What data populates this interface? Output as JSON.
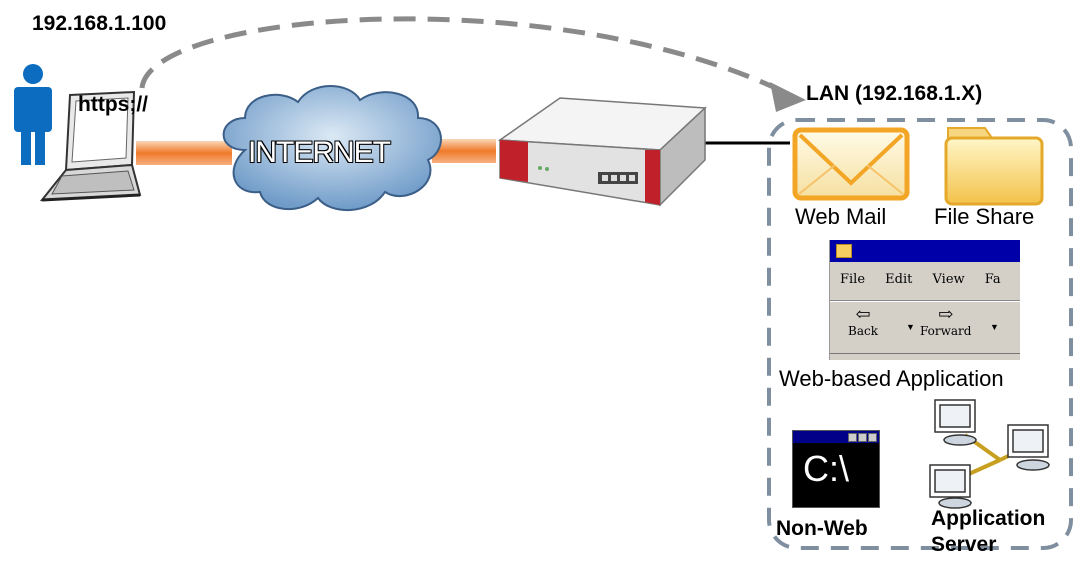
{
  "client": {
    "ip_label": "192.168.1.100",
    "protocol_label": "https;//"
  },
  "internet": {
    "label": "INTERNET"
  },
  "lan": {
    "label": "LAN (192.168.1.X)",
    "services": {
      "web_mail": "Web Mail",
      "file_share": "File Share",
      "web_app": "Web-based Application",
      "non_web": "Non-Web",
      "app_server_line1": "Application",
      "app_server_line2": "Server"
    }
  },
  "browser_window": {
    "menu": [
      "File",
      "Edit",
      "View",
      "Fa"
    ],
    "back_label": "Back",
    "forward_label": "Forward"
  },
  "terminal": {
    "prompt": "C:\\"
  },
  "colors": {
    "dash": "#7f8fa0",
    "arc": "#8a8a8a",
    "link": "#f08030",
    "cloud": "#7fa9cf",
    "person": "#0b6cc0",
    "router_red": "#c0202a",
    "folder": "#f5c542"
  },
  "icons": [
    "user-icon",
    "laptop-icon",
    "cloud-icon",
    "router-icon",
    "mail-icon",
    "folder-icon",
    "browser-window-icon",
    "terminal-icon",
    "network-computers-icon"
  ]
}
